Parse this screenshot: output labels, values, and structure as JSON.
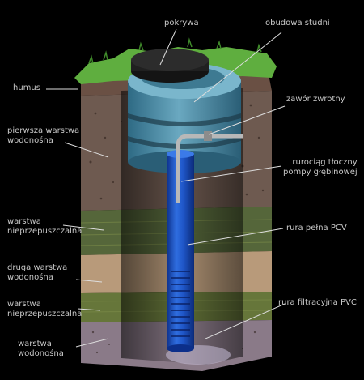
{
  "labels": {
    "pokrywa": "pokrywa",
    "obudowa": "obudowa studni",
    "humus": "humus",
    "zawor": "zawór zwrotny",
    "pierwsza_l1": "pierwsza warstwa",
    "pierwsza_l2": "wodonośna",
    "rurociag_l1": "rurociąg tłoczny",
    "rurociag_l2": "pompy głębinowej",
    "nieprz1_l1": "warstwa",
    "nieprz1_l2": "nieprzepuszczalna",
    "rura_pelna": "rura pełna PCV",
    "druga_l1": "druga warstwa",
    "druga_l2": "wodonośna",
    "nieprz2_l1": "warstwa",
    "nieprz2_l2": "nieprzepuszczalna",
    "rura_filtr": "rura filtracyjna PVC",
    "wodon_l1": "warstwa",
    "wodon_l2": "wodonośna"
  },
  "colors": {
    "background": "#000000",
    "label_text": "#c8c8c8",
    "grass": "#5fae3f",
    "humus": "#6a5044",
    "aquifer_top": "#6e5a50",
    "clay": "#5a6a3a",
    "sand": "#b89a7a",
    "clay2": "#6a7a3a",
    "aquifer_bottom": "#8a7a88",
    "pipe_blue": "#1f56c8",
    "casing_teal": "#4f8fa8",
    "lid_dark": "#202020",
    "leader_line": "#dddddd"
  }
}
